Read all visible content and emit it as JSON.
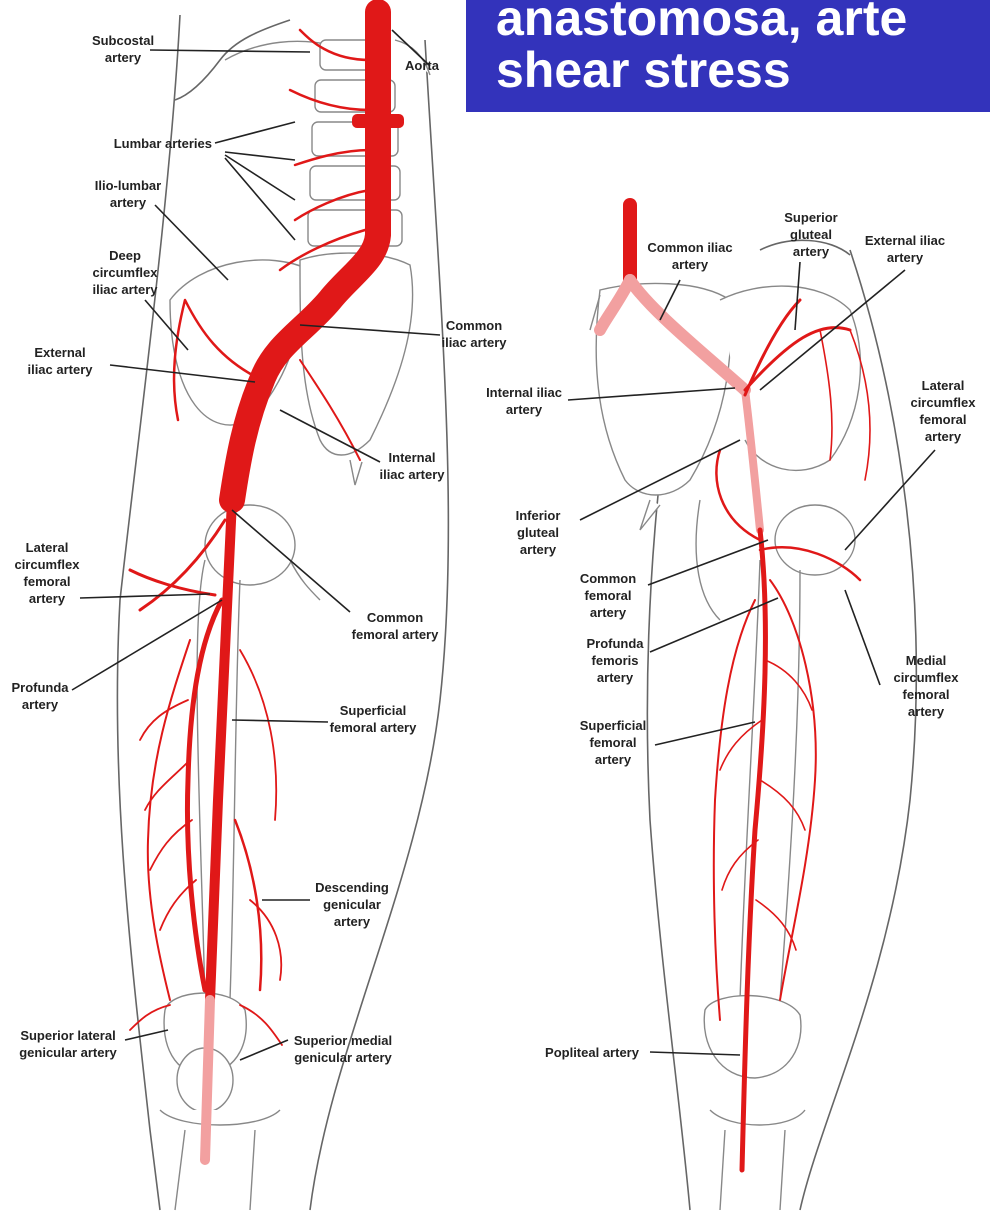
{
  "title": {
    "line1": "anastomosa, arte",
    "line2": "shear stress"
  },
  "colors": {
    "artery": "#e01818",
    "artery_pale": "#f2a0a0",
    "title_bg": "#3333bb",
    "title_text": "#ffffff"
  },
  "left_panel": {
    "labels": [
      [
        "Subcostal",
        "artery"
      ],
      [
        "Aorta"
      ],
      [
        "Lumbar arteries"
      ],
      [
        "Ilio-lumbar",
        "artery"
      ],
      [
        "Deep",
        "circumflex",
        "iliac artery"
      ],
      [
        "Common",
        "iliac artery"
      ],
      [
        "External",
        "iliac artery"
      ],
      [
        "Internal",
        "iliac artery"
      ],
      [
        "Lateral",
        "circumflex",
        "femoral",
        "artery"
      ],
      [
        "Common",
        "femoral artery"
      ],
      [
        "Profunda",
        "artery"
      ],
      [
        "Superficial",
        "femoral artery"
      ],
      [
        "Descending",
        "genicular",
        "artery"
      ],
      [
        "Superior lateral",
        "genicular artery"
      ],
      [
        "Superior medial",
        "genicular artery"
      ]
    ]
  },
  "right_panel": {
    "labels": [
      [
        "Common iliac",
        "artery"
      ],
      [
        "Superior",
        "gluteal",
        "artery"
      ],
      [
        "External iliac",
        "artery"
      ],
      [
        "Internal iliac",
        "artery"
      ],
      [
        "Lateral",
        "circumflex",
        "femoral",
        "artery"
      ],
      [
        "Inferior",
        "gluteal",
        "artery"
      ],
      [
        "Common",
        "femoral",
        "artery"
      ],
      [
        "Profunda",
        "femoris",
        "artery"
      ],
      [
        "Medial",
        "circumflex",
        "femoral",
        "artery"
      ],
      [
        "Superficial",
        "femoral",
        "artery"
      ],
      [
        "Popliteal artery"
      ]
    ]
  }
}
